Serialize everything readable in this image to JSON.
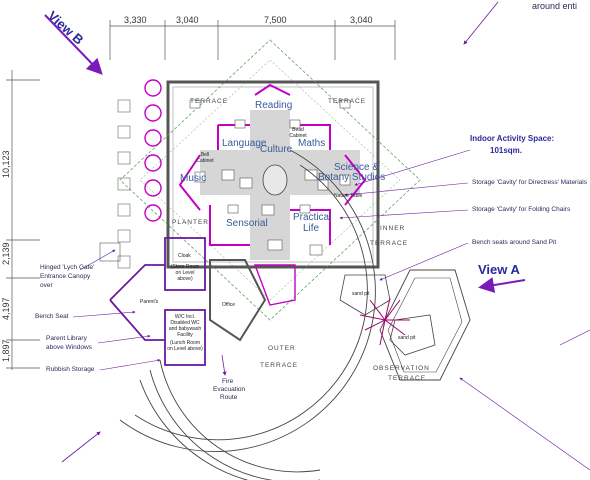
{
  "drawing": {
    "views": {
      "view_b": "View B",
      "view_a": "View A"
    },
    "top_note": "around enti",
    "dimensions_top": [
      "3,330",
      "3,040",
      "7,500",
      "3,040"
    ],
    "dimensions_left": [
      "10,123",
      "2,139",
      "4,197",
      "1,897"
    ],
    "rooms": {
      "reading": "Reading",
      "language": "Language",
      "culture": "Culture",
      "maths": "Maths",
      "music": "Music",
      "science": "Science &",
      "botany": "Botany Studies",
      "sensorial": "Sensorial",
      "practical": "Practical",
      "life": "Life",
      "bell_cabinet": "Bell Cabinet",
      "bead_cabinet": "Bead Cabinet",
      "nature_table": "Nature Table",
      "cloak": "Cloak",
      "store_room": "(Store Room on Level above)",
      "parents": "Parent's",
      "office": "Office",
      "wc": "W/C Incl. Disabled WC and babywash Facility",
      "lunch_room": "(Lunch Room on Level above)",
      "sand_pit_1": "sand pit",
      "sand_pit_2": "sand pit"
    },
    "terraces": {
      "terrace_left": "TERRACE",
      "terrace_right": "TERRACE",
      "planter": "PLANTER",
      "inner_1": "INNER",
      "inner_2": "TERRACE",
      "outer_1": "OUTER",
      "outer_2": "TERRACE",
      "observation_1": "OBSERVATION",
      "observation_2": "TERRACE"
    },
    "indoor_space": {
      "line1": "Indoor Activity Space:",
      "line2": "101sqm."
    },
    "callouts_right": {
      "storage_materials": "Storage 'Cavity' for Directress' Materials",
      "storage_chairs": "Storage 'Cavity' for Folding Chairs",
      "bench_sand_pit": "Bench seats around Sand Pit"
    },
    "callouts_left": {
      "lych_gate_1": "Hinged 'Lych Gate'",
      "lych_gate_2": "Entrance Canopy",
      "lych_gate_3": "over",
      "bench_seat": "Bench Seat",
      "parent_library_1": "Parent Library",
      "parent_library_2": "above Windows",
      "rubbish": "Rubbish Storage"
    },
    "fire_route": {
      "line1": "Fire",
      "line2": "Evacuation",
      "line3": "Route"
    },
    "colors": {
      "wall_magenta": "#c400c4",
      "wall_purple": "#6a1aa0",
      "arrow_purple": "#7a1ab8",
      "grid_gray": "#aaaaaa"
    }
  }
}
